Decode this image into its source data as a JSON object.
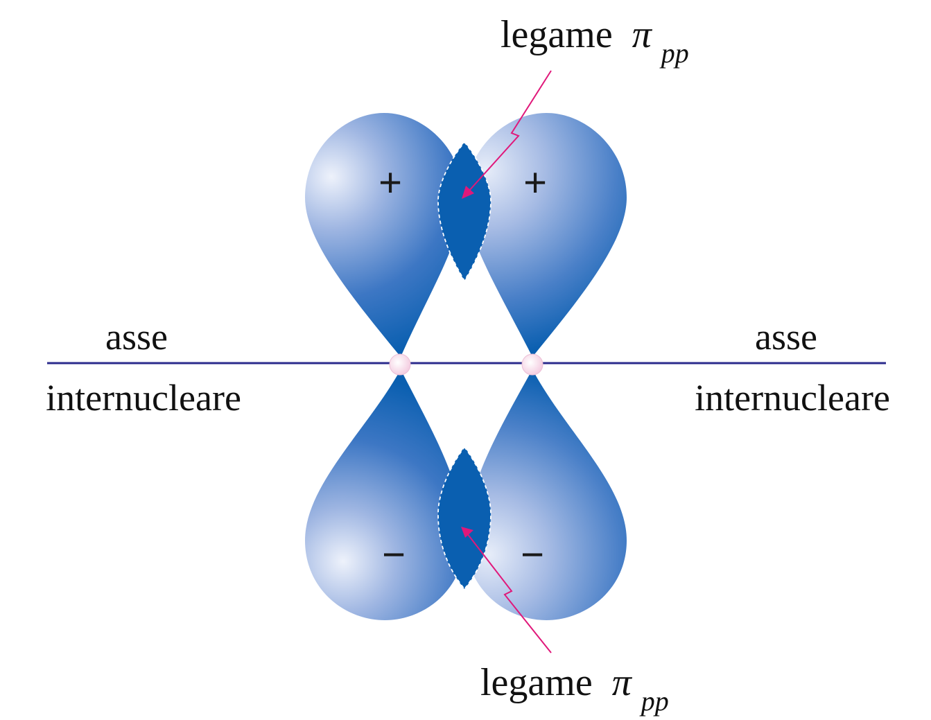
{
  "labels": {
    "bond_top": {
      "word": "legame",
      "symbol": "π",
      "subscript": "pp"
    },
    "bond_bottom": {
      "word": "legame",
      "symbol": "π",
      "subscript": "pp"
    },
    "axis_left": {
      "line1": "asse",
      "line2": "internucleare"
    },
    "axis_right": {
      "line1": "asse",
      "line2": "internucleare"
    }
  },
  "signs": {
    "top_left": "+",
    "top_right": "+",
    "bottom_left": "−",
    "bottom_right": "−"
  },
  "colors": {
    "lobe_dark": "#0a5fb0",
    "lobe_light": "#dfe6f7",
    "overlap": "#0a5fb0",
    "axis_line": "#2b2b8c",
    "nucleus": "#f8dcea",
    "arrow": "#e0187a",
    "dashed_boundary": "#ffffff"
  },
  "icons": {
    "nucleus_left": "nucleus-dot-icon",
    "nucleus_right": "nucleus-dot-icon",
    "arrow_top": "pointer-arrow-icon",
    "arrow_bottom": "pointer-arrow-icon"
  }
}
